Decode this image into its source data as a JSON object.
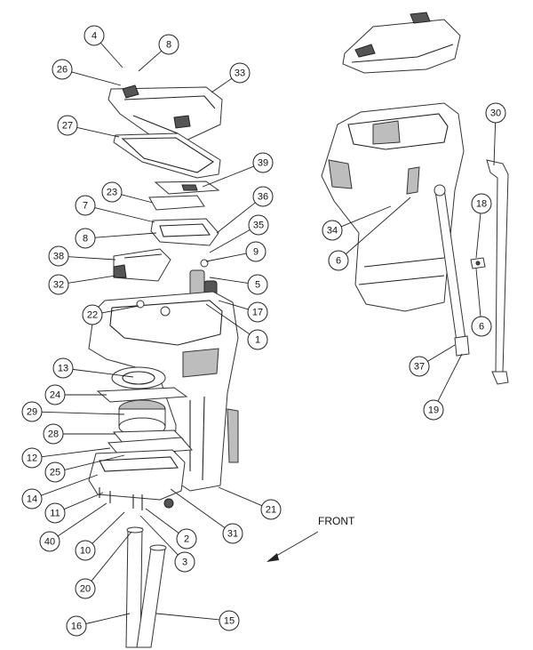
{
  "front_label": "FRONT",
  "callouts": [
    {
      "id": "4",
      "label": "4"
    },
    {
      "id": "8a",
      "label": "8"
    },
    {
      "id": "26",
      "label": "26"
    },
    {
      "id": "33",
      "label": "33"
    },
    {
      "id": "27",
      "label": "27"
    },
    {
      "id": "39",
      "label": "39"
    },
    {
      "id": "23",
      "label": "23"
    },
    {
      "id": "36",
      "label": "36"
    },
    {
      "id": "7",
      "label": "7"
    },
    {
      "id": "35",
      "label": "35"
    },
    {
      "id": "8b",
      "label": "8"
    },
    {
      "id": "9a",
      "label": "9"
    },
    {
      "id": "38",
      "label": "38"
    },
    {
      "id": "5",
      "label": "5"
    },
    {
      "id": "32",
      "label": "32"
    },
    {
      "id": "17",
      "label": "17"
    },
    {
      "id": "22",
      "label": "22"
    },
    {
      "id": "1",
      "label": "1"
    },
    {
      "id": "13",
      "label": "13"
    },
    {
      "id": "24",
      "label": "24"
    },
    {
      "id": "29",
      "label": "29"
    },
    {
      "id": "28",
      "label": "28"
    },
    {
      "id": "12",
      "label": "12"
    },
    {
      "id": "25",
      "label": "25"
    },
    {
      "id": "14",
      "label": "14"
    },
    {
      "id": "11",
      "label": "11"
    },
    {
      "id": "21",
      "label": "21"
    },
    {
      "id": "40",
      "label": "40"
    },
    {
      "id": "2",
      "label": "2"
    },
    {
      "id": "31",
      "label": "31"
    },
    {
      "id": "10",
      "label": "10"
    },
    {
      "id": "3",
      "label": "3"
    },
    {
      "id": "20",
      "label": "20"
    },
    {
      "id": "16",
      "label": "16"
    },
    {
      "id": "15",
      "label": "15"
    },
    {
      "id": "30",
      "label": "30"
    },
    {
      "id": "34",
      "label": "34"
    },
    {
      "id": "18",
      "label": "18"
    },
    {
      "id": "6a",
      "label": "6"
    },
    {
      "id": "6b",
      "label": "6"
    },
    {
      "id": "37",
      "label": "37"
    },
    {
      "id": "19",
      "label": "19"
    }
  ]
}
